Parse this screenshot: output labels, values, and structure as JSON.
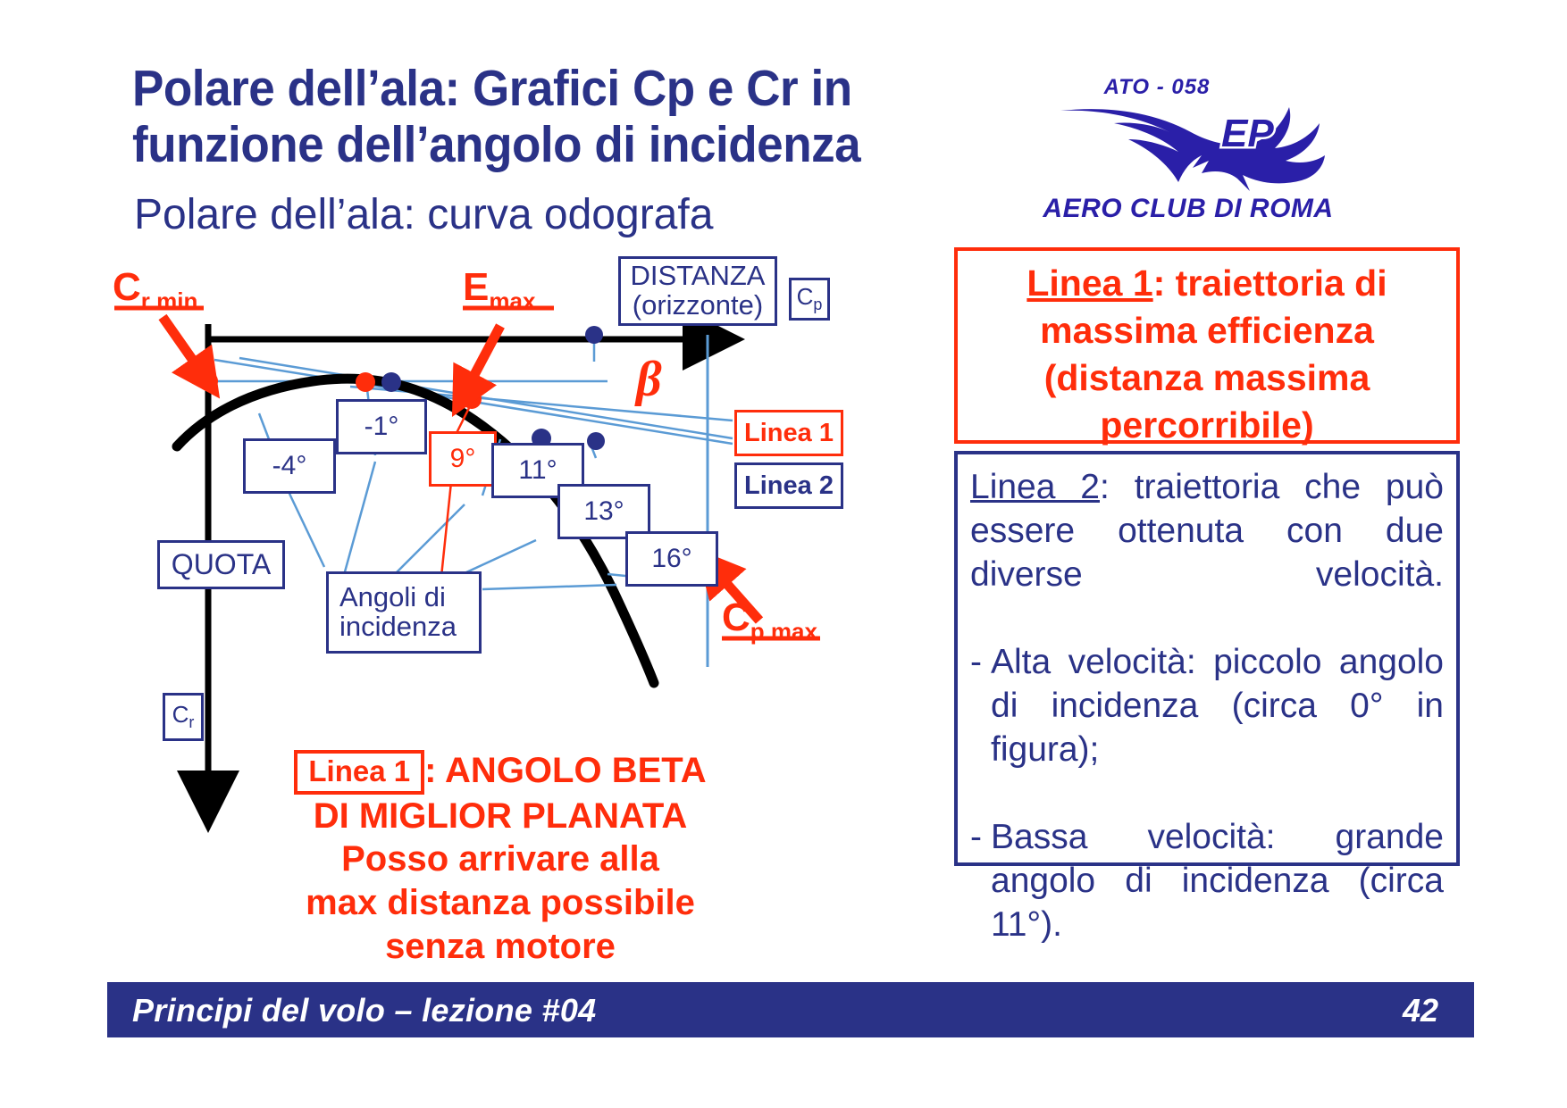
{
  "slide": {
    "title": "Polare dell’ala: Grafici Cp e Cr in funzione dell’angolo di incidenza",
    "subtitle": "Polare dell’ala: curva odografa",
    "page_number": "42",
    "footer_text": "Principi del volo – lezione #04"
  },
  "logo": {
    "ato": "ATO - 058",
    "club": "AERO CLUB DI ROMA",
    "monogram": "EP"
  },
  "diagram": {
    "axis_x_label": "DISTANZA\n(orizzonte)",
    "axis_x_label_line1": "DISTANZA",
    "axis_x_label_line2": "(orizzonte)",
    "axis_x_unit": "Cp",
    "axis_y_label": "QUOTA",
    "axis_y_unit": "Cr",
    "cr_min": "Cr min",
    "cr_min_main": "C",
    "cr_min_sub": "r min",
    "e_max_main": "E",
    "e_max_sub": "max",
    "cp_max_main": "C",
    "cp_max_sub": "p max",
    "beta": "β",
    "angles_caption_line1": "Angoli di",
    "angles_caption_line2": "incidenza",
    "angle_labels": [
      "-4°",
      "-1°",
      "9°",
      "11°",
      "13°",
      "16°"
    ],
    "linea1_tag": "Linea 1",
    "linea2_tag": "Linea 2"
  },
  "chart_data": {
    "type": "scatter",
    "title": "Polare dell’ala: curva odografa",
    "xlabel": "DISTANZA (orizzonte) — Cp",
    "ylabel": "QUOTA — Cr",
    "grid": false,
    "legend": [
      "Linea 1",
      "Linea 2"
    ],
    "annotations": [
      "Cr min",
      "E max",
      "Cp max",
      "β"
    ],
    "points": [
      {
        "label": "-4°",
        "x": 0.1,
        "y": 0.33
      },
      {
        "label": "-1°",
        "x": 0.36,
        "y": 0.53
      },
      {
        "label": "9°",
        "x": 0.48,
        "y": 0.5
      },
      {
        "label": "11°",
        "x": 0.6,
        "y": 0.44
      },
      {
        "label": "13°",
        "x": 0.68,
        "y": 0.36
      },
      {
        "label": "16°",
        "x": 0.8,
        "y": 0.13
      }
    ],
    "curve_name": "curva odografa",
    "tangent_lines": [
      {
        "name": "Linea 1",
        "tangent_point_label": "9°",
        "meaning": "traiettoria di massima efficienza"
      },
      {
        "name": "Linea 2",
        "tangent_point_label": "0°/11°",
        "meaning": "due diverse velocità"
      }
    ]
  },
  "panels": {
    "red": {
      "lead": "Linea 1",
      "rest": ": traiettoria di massima efficienza (distanza massima percorribile)"
    },
    "blue": {
      "lead": "Linea 2",
      "para": ": traiettoria che può essere ottenuta con due diverse velocità.",
      "bullets": [
        {
          "dash": "-",
          "text": "Alta velocità: piccolo angolo di incidenza (circa 0° in figura);"
        },
        {
          "dash": "-",
          "text": "Bassa velocità: grande angolo di incidenza (circa 11°)."
        }
      ]
    }
  },
  "caption": {
    "tag": "Linea 1",
    "line1": ": ANGOLO BETA",
    "line2": "DI MIGLIOR PLANATA",
    "line3": "Posso arrivare alla",
    "line4": "max distanza possibile",
    "line5": "senza motore"
  }
}
